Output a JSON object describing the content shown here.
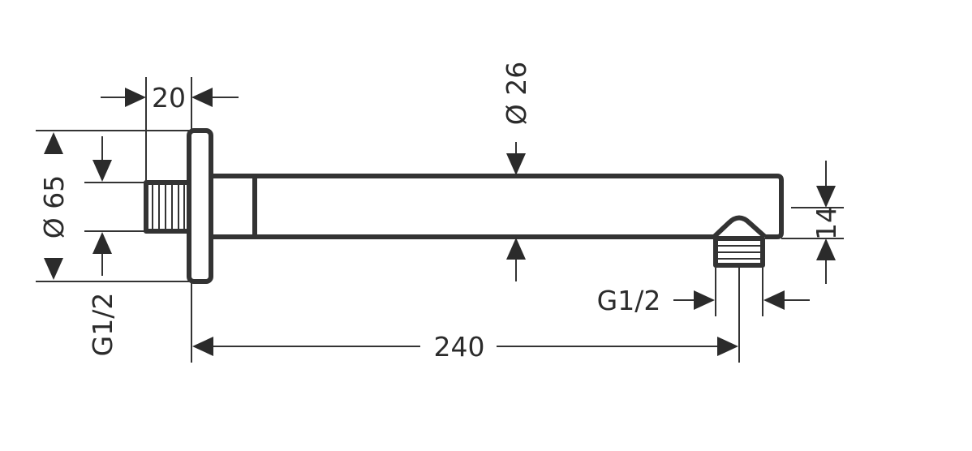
{
  "drawing": {
    "dimensions": {
      "flange_depth": "20",
      "pipe_diameter": "Ø 26",
      "flange_diameter": "Ø 65",
      "inlet_thread": "G1/2",
      "outlet_thread": "G1/2",
      "length": "240",
      "outlet_height": "14"
    }
  }
}
